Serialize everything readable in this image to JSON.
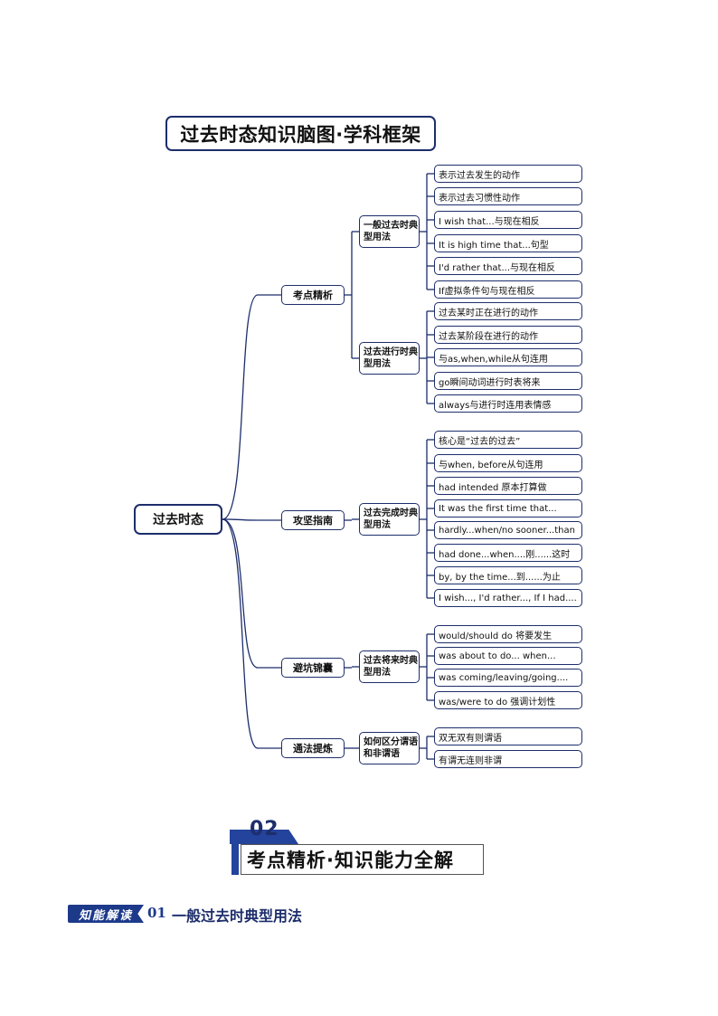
{
  "mindmap": {
    "title": "过去时态知识脑图·学科框架",
    "root": "过去时态",
    "branches": [
      {
        "label": "考点精析",
        "groups": [
          {
            "label": "一般过去时典型用法",
            "items": [
              "表示过去发生的动作",
              "表示过去习惯性动作",
              "I wish that...与现在相反",
              "It is high time that...句型",
              "I'd rather that...与现在相反",
              "If虚拟条件句与现在相反"
            ]
          },
          {
            "label": "过去进行时典型用法",
            "items": [
              "过去某时正在进行的动作",
              "过去某阶段在进行的动作",
              "与as,when,while从句连用",
              "go瞬间动词进行时表将来",
              "always与进行时连用表情感"
            ]
          }
        ]
      },
      {
        "label": "攻坚指南",
        "groups": [
          {
            "label": "过去完成时典型用法",
            "items": [
              "核心是“过去的过去”",
              "与when, before从句连用",
              "had intended 原本打算做",
              "It was the first time that...",
              "hardly...when/no sooner...than",
              "had done...when....刚......这时",
              "by, by the time...到......为止",
              "I wish..., I'd rather..., If I had...."
            ]
          }
        ]
      },
      {
        "label": "避坑锦囊",
        "groups": [
          {
            "label": "过去将来时典型用法",
            "items": [
              "would/should do  将要发生",
              "was about to do... when...",
              "was coming/leaving/going....",
              "was/were to do 强调计划性"
            ]
          }
        ]
      },
      {
        "label": "通法提炼",
        "groups": [
          {
            "label": "如何区分谓语和非谓语",
            "items": [
              "双无双有则谓语",
              "有谓无连则非谓"
            ]
          }
        ]
      }
    ]
  },
  "section": {
    "number": "02",
    "title": "考点精析·知识能力全解"
  },
  "subsection": {
    "tag": "知能解读",
    "number": "01",
    "title": "一般过去时典型用法"
  },
  "colors": {
    "border": "#1d2e6b",
    "accent": "#23439c"
  }
}
